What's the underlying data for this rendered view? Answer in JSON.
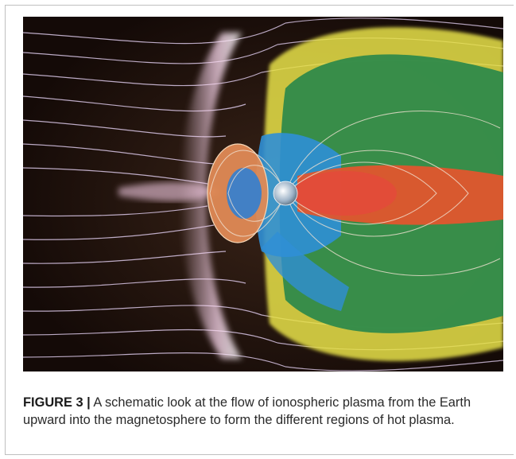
{
  "figure": {
    "label": "FIGURE 3",
    "separator": "|",
    "caption": "A schematic look at the flow of ionospheric plasma from the Earth upward into the magnetosphere to form the different regions of hot plasma.",
    "image_icon": "magnetosphere-illustration",
    "colors": {
      "background": "#1b0f0b",
      "field_lines": "#e9d7c6",
      "bow_shock": "#f2c8df",
      "plasmasphere": "#e08a55",
      "ionosphere_outflow": "#2f8fd6",
      "plasma_sheet": "#e0562e",
      "lobes": "#2f8a4a",
      "outer_boundary": "#e8e24a"
    }
  }
}
